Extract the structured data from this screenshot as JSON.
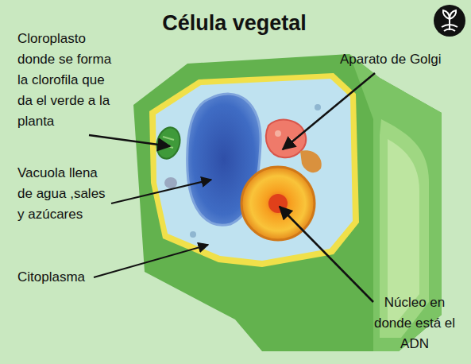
{
  "diagram": {
    "title": "Célula vegetal",
    "labels": [
      "Cloroplasto donde se forma la clorofila que da el verde a la planta",
      "Aparato de Golgi",
      "Vacuola llena de agua ,sales y azúcares",
      "Citoplasma",
      "Núcleo en donde está el ADN"
    ]
  }
}
